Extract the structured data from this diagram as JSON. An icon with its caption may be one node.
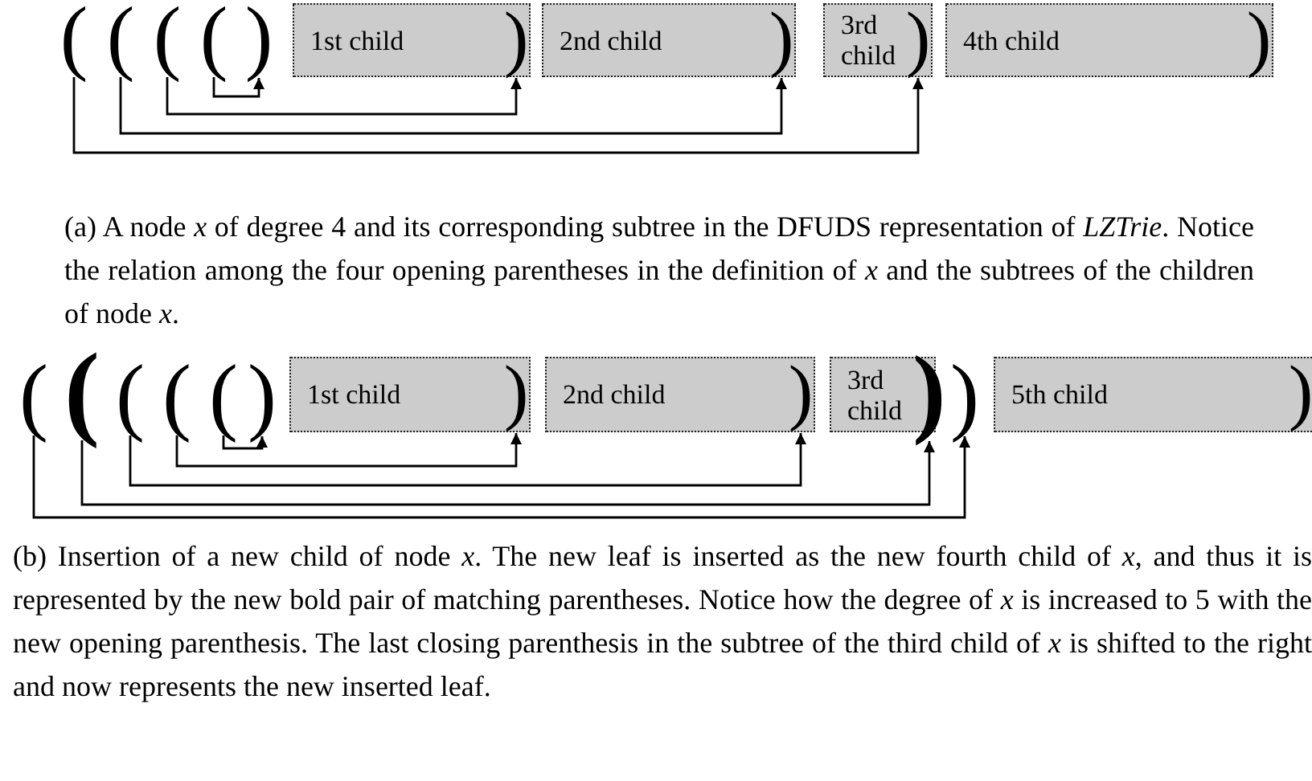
{
  "diagram": {
    "nodes": [
      {
        "text": [
          "("
        ]
      },
      {
        "text": [
          "("
        ]
      },
      {
        "text": [
          "("
        ]
      },
      {
        "text": [
          "("
        ]
      },
      {
        "text": [
          ")"
        ]
      },
      {
        "text": [
          "1st child"
        ]
      },
      {
        "text": [
          ")"
        ],
        "in": 5
      },
      {
        "text": [
          "2nd child"
        ]
      },
      {
        "text": [
          ")"
        ],
        "in": 7
      },
      {
        "text": [
          "3rd child"
        ]
      },
      {
        "text": [
          ")"
        ],
        "in": 9
      },
      {
        "text": [
          "4th child"
        ]
      },
      {
        "text": [
          ")"
        ],
        "in": 11
      },
      {
        "text": [
          "("
        ]
      },
      {
        "text": [
          "("
        ]
      },
      {
        "text": [
          "("
        ]
      },
      {
        "text": [
          "("
        ]
      },
      {
        "text": [
          "("
        ]
      },
      {
        "text": [
          ")"
        ]
      },
      {
        "text": [
          "1st child"
        ]
      },
      {
        "text": [
          ")"
        ],
        "in": 19
      },
      {
        "text": [
          "2nd child"
        ]
      },
      {
        "text": [
          ")"
        ],
        "in": 21
      },
      {
        "text": [
          "3rd child"
        ]
      },
      {
        "text": [
          ")"
        ]
      },
      {
        "text": [
          ")"
        ]
      },
      {
        "text": [
          "5th child"
        ]
      },
      {
        "text": [
          ")"
        ],
        "in": 26
      }
    ],
    "edges": [
      {
        "from": 3,
        "to": 4,
        "arrow": "to"
      },
      {
        "from": 2,
        "to": 6,
        "arrow": "to"
      },
      {
        "from": 1,
        "to": 8,
        "arrow": "to"
      },
      {
        "from": 0,
        "to": 10,
        "arrow": "to"
      },
      {
        "from": 17,
        "to": 18,
        "arrow": "to"
      },
      {
        "from": 16,
        "to": 20,
        "arrow": "to"
      },
      {
        "from": 15,
        "to": 22,
        "arrow": "to"
      },
      {
        "from": 14,
        "to": 24,
        "arrow": "to"
      },
      {
        "from": 13,
        "to": 25,
        "arrow": "to"
      }
    ],
    "labels": [
      "(a) A node *x* of degree 4 and its corresponding subtree in the DFUDS representation of *LZTrie*. Notice the relation among the four opening parentheses in the definition of *x* and the subtrees of the children of node *x*.",
      "(b) Insertion of a new child of node *x*. The new leaf is inserted as the new fourth child of *x*, and thus it is represented by the new bold pair of matching parentheses. Notice how the degree of *x* is increased to 5 with the new opening parenthesis. The last closing parenthesis in the subtree of the third child of *x* is shifted to the right and now represents the new inserted leaf."
    ]
  }
}
